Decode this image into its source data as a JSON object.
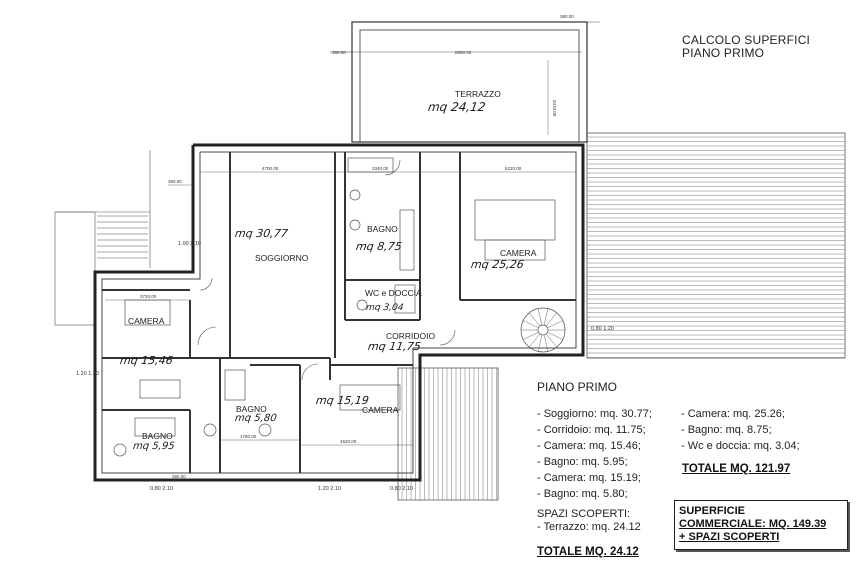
{
  "header": {
    "line1": "CALCOLO SUPERFICI",
    "line2": "PIANO PRIMO"
  },
  "rooms": {
    "terrazzo": "TERRAZZO",
    "soggiorno": "SOGGIORNO",
    "bagno_top": "BAGNO",
    "wc_doccia": "WC e DOCCIA",
    "camera_right": "CAMERA",
    "camera_left": "CAMERA",
    "corridoio": "CORRIDOIO",
    "bagno_mid": "BAGNO",
    "bagno_small": "BAGNO",
    "camera_bottom": "CAMERA"
  },
  "handwritten": {
    "terrazzo": "mq 24,12",
    "soggiorno": "mq 30,77",
    "bagno_top": "mq 8,75",
    "wc": "mq 3,04",
    "camera_right": "mq 25,26",
    "corridoio": "mq 11,75",
    "camera_left": "mq 15,46",
    "bagno_mid": "mq 5,80",
    "bagno_small": "mq 5,95",
    "camera_bottom": "mq 15,19"
  },
  "dims": {
    "d_top": "380.00",
    "d_terr_w": "8650.00",
    "d_terr_l": "380.00",
    "d_terr_h": "3470.00",
    "d_sog": "4700.00",
    "d_bagno": "2340.00",
    "d_cam": "5220.00",
    "d_left": "380.00",
    "d_cam2": "3720.00",
    "d_cam3": "4620.00",
    "d_bag3": "1750.00",
    "d_bot1": "380.00",
    "w1": "1.00 2.10",
    "w2": "0.80 1.20",
    "w3": "1.20 1.20",
    "w4": "0.80 2.10",
    "w5": "1.20 2.10",
    "w6": "0.80 2.10"
  },
  "summary": {
    "title": "PIANO PRIMO",
    "col1": [
      "- Soggiorno: mq. 30.77;",
      "- Corridoio: mq. 11.75;",
      "- Camera: mq. 15.46;",
      "- Bagno: mq. 5.95;",
      "- Camera: mq. 15.19;",
      "- Bagno: mq. 5.80;"
    ],
    "col2": [
      "- Camera: mq. 25.26;",
      "- Bagno: mq. 8.75;",
      "- Wc e doccia: mq. 3.04;"
    ],
    "totale": "TOTALE MQ. 121.97",
    "spazi_title": "SPAZI SCOPERTI:",
    "spazi_item": "- Terrazzo: mq. 24.12",
    "spazi_totale": "TOTALE MQ. 24.12",
    "box_line1": "SUPERFICIE",
    "box_line2": "COMMERCIALE: MQ. 149.39",
    "box_line3": "+ SPAZI SCOPERTI"
  }
}
